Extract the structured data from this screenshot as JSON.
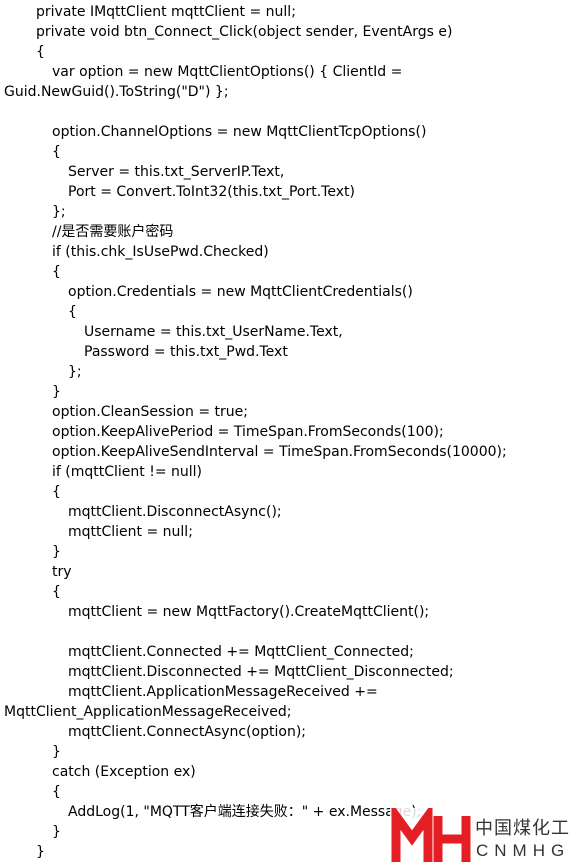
{
  "code_lines": [
    "private IMqttClient mqttClient = null;",
    "private void btn_Connect_Click(object sender, EventArgs e)",
    "{",
    "var option = new MqttClientOptions() { ClientId =",
    "Guid.NewGuid().ToString(\"D\") };",
    "",
    "option.ChannelOptions = new MqttClientTcpOptions()",
    "{",
    "Server = this.txt_ServerIP.Text,",
    "Port = Convert.ToInt32(this.txt_Port.Text)",
    "};",
    "//是否需要账户密码",
    "if (this.chk_IsUsePwd.Checked)",
    "{",
    "option.Credentials = new MqttClientCredentials()",
    "{",
    "Username = this.txt_UserName.Text,",
    "Password = this.txt_Pwd.Text",
    "};",
    "}",
    "option.CleanSession = true;",
    "option.KeepAlivePeriod = TimeSpan.FromSeconds(100);",
    "option.KeepAliveSendInterval = TimeSpan.FromSeconds(10000);",
    "if (mqttClient != null)",
    "{",
    "mqttClient.DisconnectAsync();",
    "mqttClient = null;",
    "}",
    "try",
    "{",
    "mqttClient = new MqttFactory().CreateMqttClient();",
    "",
    "mqttClient.Connected += MqttClient_Connected;",
    "mqttClient.Disconnected += MqttClient_Disconnected;",
    "mqttClient.ApplicationMessageReceived +=",
    "MqttClient_ApplicationMessageReceived;",
    "mqttClient.ConnectAsync(option);",
    "}",
    "catch (Exception ex)",
    "{",
    "AddLog(1, \"MQTT客户端连接失败：\" + ex.Message);",
    "}",
    "}"
  ],
  "watermark": {
    "logo_text": "中国煤化工",
    "logo_letters": "CNMHG",
    "colors": {
      "mark_red": "#e31e24",
      "text_gray": "#333333"
    }
  }
}
